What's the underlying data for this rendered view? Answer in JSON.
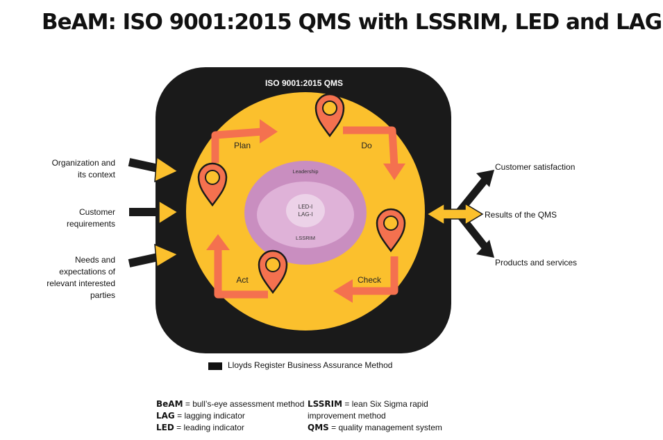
{
  "title": "BeAM: ISO 9001:2015 QMS with LSSRIM, LED and LAG",
  "diagram": {
    "frame_label": "ISO 9001:2015 QMS",
    "cycle": {
      "plan": "Plan",
      "do": "Do",
      "check": "Check",
      "act": "Act"
    },
    "center": {
      "outer": "Leadership",
      "inner_line1": "LED-I",
      "inner_line2": "LAG-I",
      "ring": "LSSRIM"
    },
    "inputs": [
      "Organization and its context",
      "Customer requirements",
      "Needs and expectations of relevant interested parties"
    ],
    "outputs": [
      "Customer satisfaction",
      "Results of the QMS",
      "Products and services"
    ]
  },
  "legend": {
    "label": "Lloyds Register Business Assurance Method"
  },
  "glossary": {
    "beam": {
      "term": "BeAM",
      "def": "= bull’s-eye assessment method"
    },
    "lag": {
      "term": "LAG",
      "def": "= lagging indicator"
    },
    "led": {
      "term": "LED",
      "def": "= leading indicator"
    },
    "lssrim": {
      "term": "LSSRIM",
      "def": "= lean Six Sigma rapid",
      "def2": "improvement method"
    },
    "qms": {
      "term": "QMS",
      "def": "= quality management system"
    }
  },
  "colors": {
    "frame": "#1a1a1a",
    "yellow": "#fbc02d",
    "orange": "#f4714f",
    "purple_outer": "#c98ec0",
    "purple_mid": "#dfb2d8",
    "purple_inner": "#ecd2e8"
  }
}
